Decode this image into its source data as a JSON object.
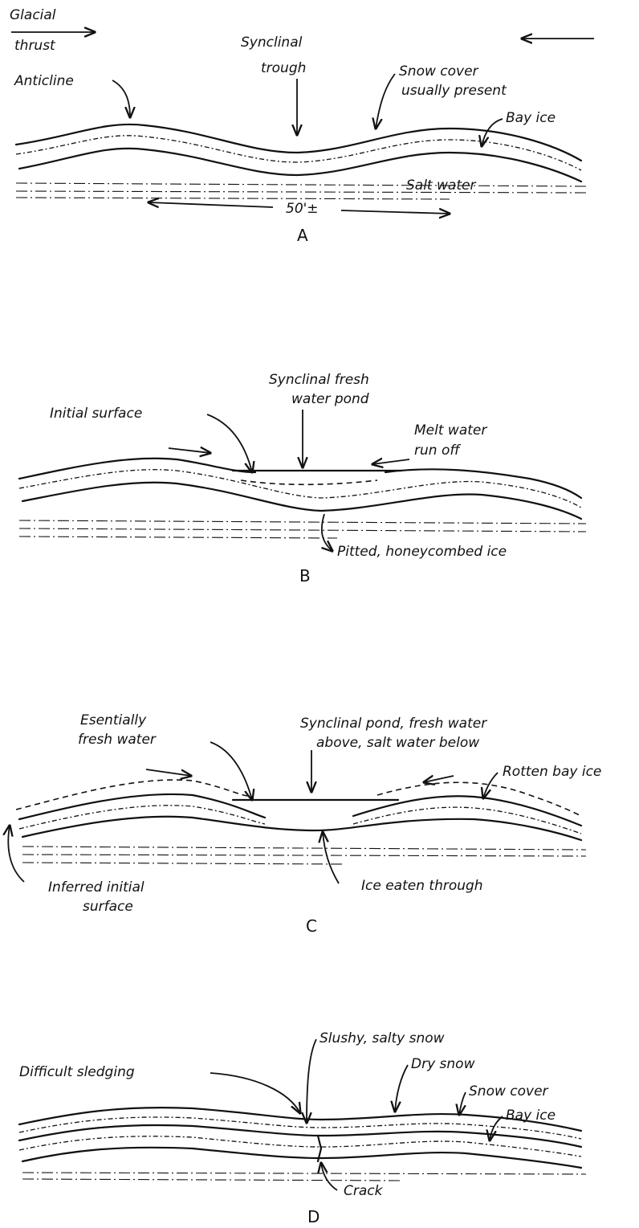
{
  "panelA": {
    "thrust_left": [
      "Glacial",
      "thrust"
    ],
    "anticline": "Anticline",
    "synclinal_trough": [
      "Synclinal",
      "trough"
    ],
    "snow_cover": [
      "Snow cover",
      "usually present"
    ],
    "bay_ice": "Bay ice",
    "salt_water": "Salt water",
    "span": "50'±",
    "caption": "A"
  },
  "panelB": {
    "pond": [
      "Synclinal fresh",
      "water pond"
    ],
    "initial_surface": "Initial surface",
    "melt_water": [
      "Melt water",
      "run off"
    ],
    "pitted": "Pitted, honeycombed ice",
    "caption": "B"
  },
  "panelC": {
    "fresh_water": [
      "Esentially",
      "fresh water"
    ],
    "pond": [
      "Synclinal pond, fresh water",
      "above, salt water below"
    ],
    "rotten": "Rotten bay ice",
    "inferred": [
      "Inferred initial",
      "surface"
    ],
    "eaten": "Ice eaten through",
    "caption": "C"
  },
  "panelD": {
    "slushy": "Slushy, salty snow",
    "difficult": "Difficult sledging",
    "dry_snow": "Dry snow",
    "snow_cover": "Snow cover",
    "bay_ice": "Bay ice",
    "crack": "Crack",
    "caption": "D"
  }
}
